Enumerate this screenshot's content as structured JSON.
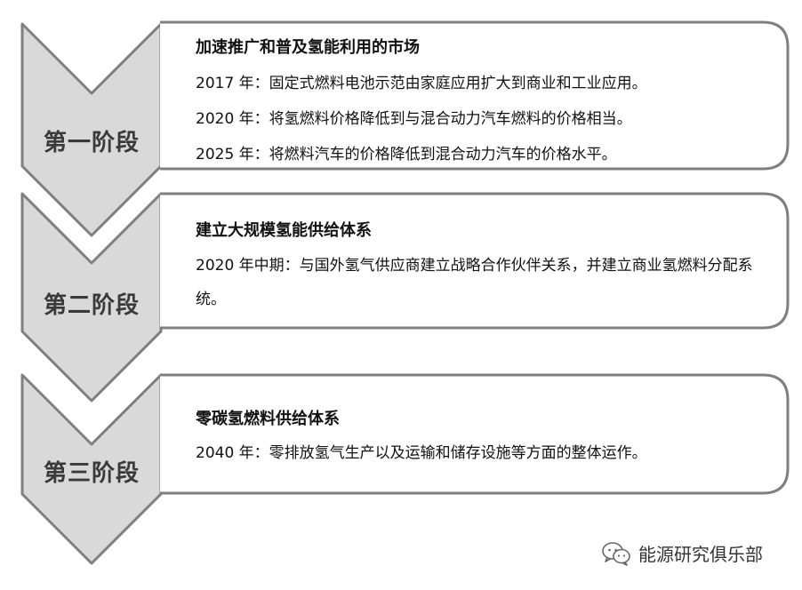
{
  "stages": [
    {
      "label": "第一阶段",
      "title": "加速推广和普及氢能利用的市场",
      "lines": [
        "2017 年：固定式燃料电池示范由家庭应用扩大到商业和工业应用。",
        "2020 年：将氢燃料价格降低到与混合动力汽车燃料的价格相当。",
        "2025 年：将燃料汽车的价格降低到混合动力汽车的价格水平。"
      ]
    },
    {
      "label": "第二阶段",
      "title": "建立大规模氢能供给体系",
      "lines": [
        "2020 年中期：与国外氢气供应商建立战略合作伙伴关系，并建立商业氢燃料分配系统。"
      ]
    },
    {
      "label": "第三阶段",
      "title": "零碳氢燃料供给体系",
      "lines": [
        "2040 年：零排放氢气生产以及运输和储存设施等方面的整体运作。"
      ]
    }
  ],
  "watermark": {
    "text": "能源研究俱乐部",
    "icon": "wechat-icon"
  },
  "colors": {
    "arrow_fill": "#d9d9d9",
    "arrow_stroke": "#7f7f7f",
    "box_stroke": "#7f7f7f",
    "text": "#111111"
  }
}
